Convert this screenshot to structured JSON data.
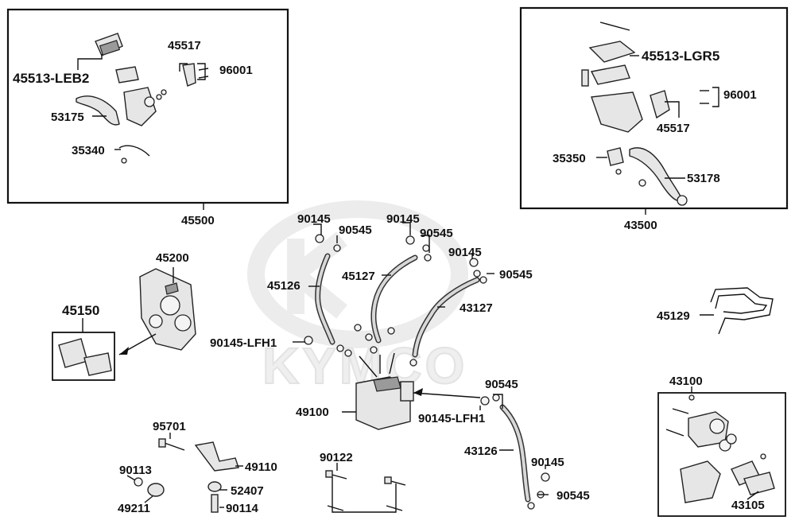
{
  "watermark": {
    "brand": "KYMCO"
  },
  "groups": {
    "g45500": "45500",
    "g43500": "43500",
    "g43100": "43100"
  },
  "labels": {
    "l45513_LEB2": "45513-LEB2",
    "l45517_a": "45517",
    "l96001_a": "96001",
    "l53175": "53175",
    "l35340": "35340",
    "l45513_LGR5": "45513-LGR5",
    "l96001_b": "96001",
    "l45517_b": "45517",
    "l35350": "35350",
    "l53178": "53178",
    "l45200": "45200",
    "l45150": "45150",
    "l90145_a": "90145",
    "l90545_a": "90545",
    "l45126": "45126",
    "l90145_b": "90145",
    "l90545_b": "90545",
    "l45127": "45127",
    "l90145_c": "90145",
    "l90545_c": "90545",
    "l43127": "43127",
    "l45129": "45129",
    "l90145_LFH1_a": "90145-LFH1",
    "l49100": "49100",
    "l90545_d": "90545",
    "l90145_LFH1_b": "90145-LFH1",
    "l43126": "43126",
    "l90145_d": "90145",
    "l90545_e": "90545",
    "l95701": "95701",
    "l49110": "49110",
    "l90113": "90113",
    "l52407": "52407",
    "l49211": "49211",
    "l90114": "90114",
    "l90122": "90122",
    "l43105": "43105"
  }
}
